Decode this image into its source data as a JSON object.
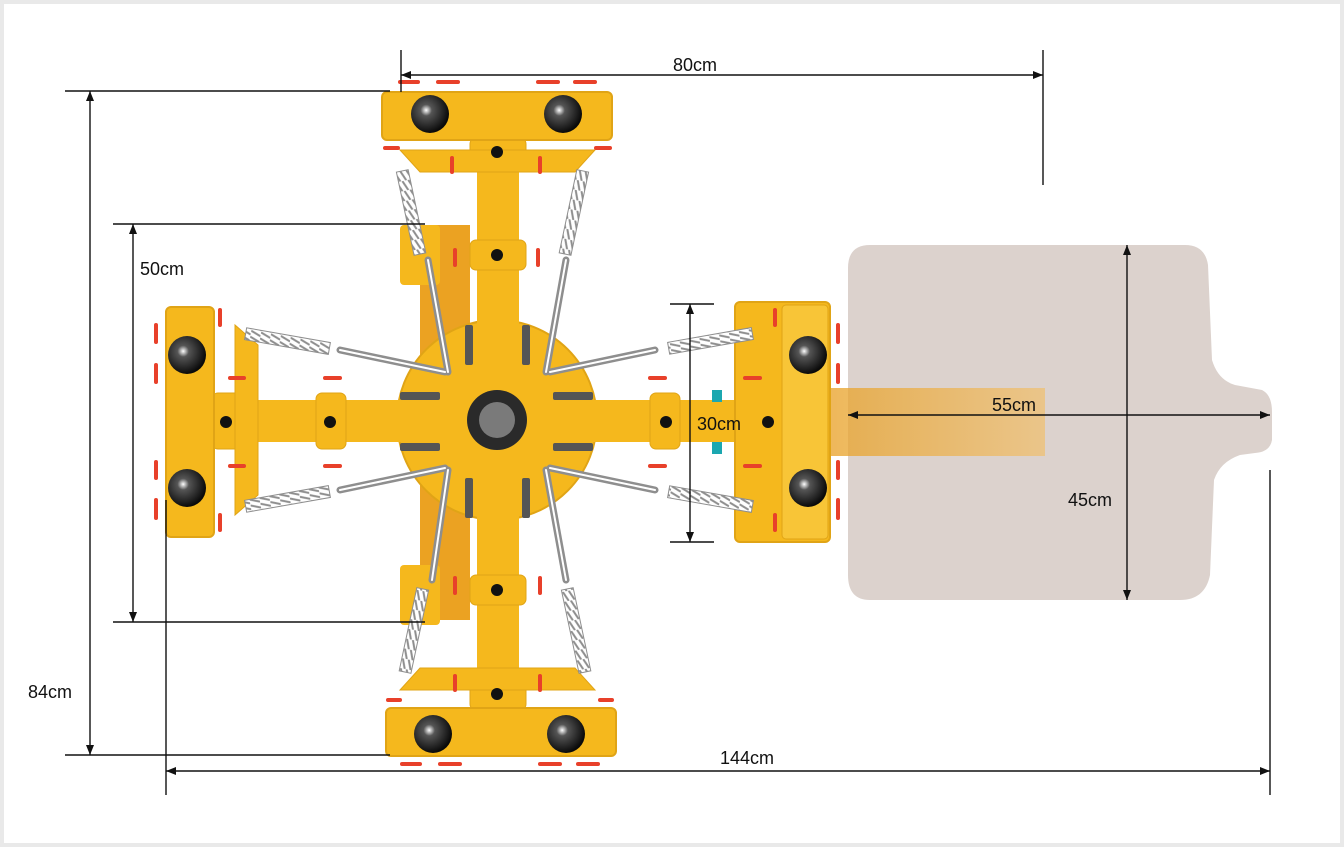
{
  "diagram": {
    "dimensions": {
      "top_width": "80cm",
      "total_height": "84cm",
      "arm_span": "50cm",
      "clamp_height": "30cm",
      "board_length": "55cm",
      "board_height": "45cm",
      "total_length": "144cm"
    },
    "colors": {
      "frame": "#f5b81d",
      "frame_edge": "#d99a0c",
      "clamp_screw": "#e8402a",
      "spring": "#9a9a9a",
      "knob": "#1a1a1a",
      "platen": "#d9cfca",
      "hub": "#555555",
      "dimension_line": "#111111",
      "spacer": "#1ba7b0"
    }
  }
}
